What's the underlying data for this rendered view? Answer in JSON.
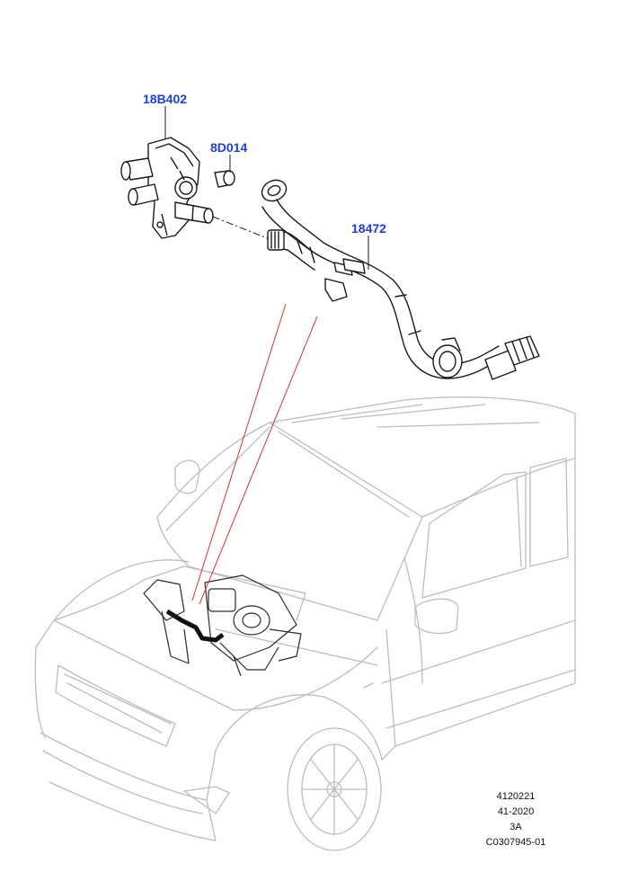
{
  "callouts": {
    "heater_valve": "18B402",
    "cap": "8D014",
    "hose": "18472"
  },
  "footer": {
    "line1": "4120221",
    "line2": "41-2020",
    "line3": "3A",
    "line4": "C0307945-01"
  },
  "colors": {
    "callout_text": "#1f3fd6",
    "leader_lines": "#e03030",
    "part_outline": "#1a1a1a",
    "vehicle_outline": "#bdbdbd"
  }
}
